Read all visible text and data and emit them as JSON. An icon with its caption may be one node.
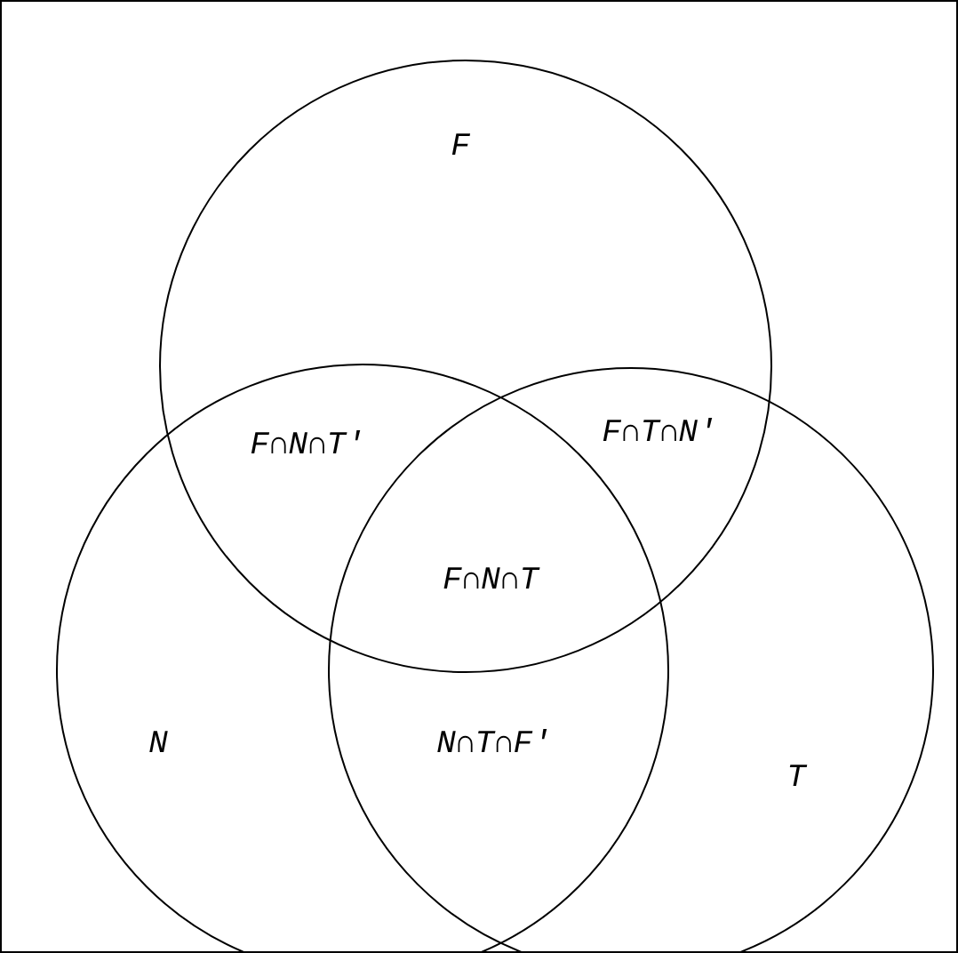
{
  "diagram": {
    "nodes": [
      {
        "text": [
          "F"
        ]
      },
      {
        "text": [
          "N"
        ]
      },
      {
        "text": [
          "T"
        ]
      }
    ],
    "labels": [
      "F∩N∩T′",
      "F∩T∩N′",
      "F∩N∩T",
      "N∩T∩F′"
    ]
  }
}
